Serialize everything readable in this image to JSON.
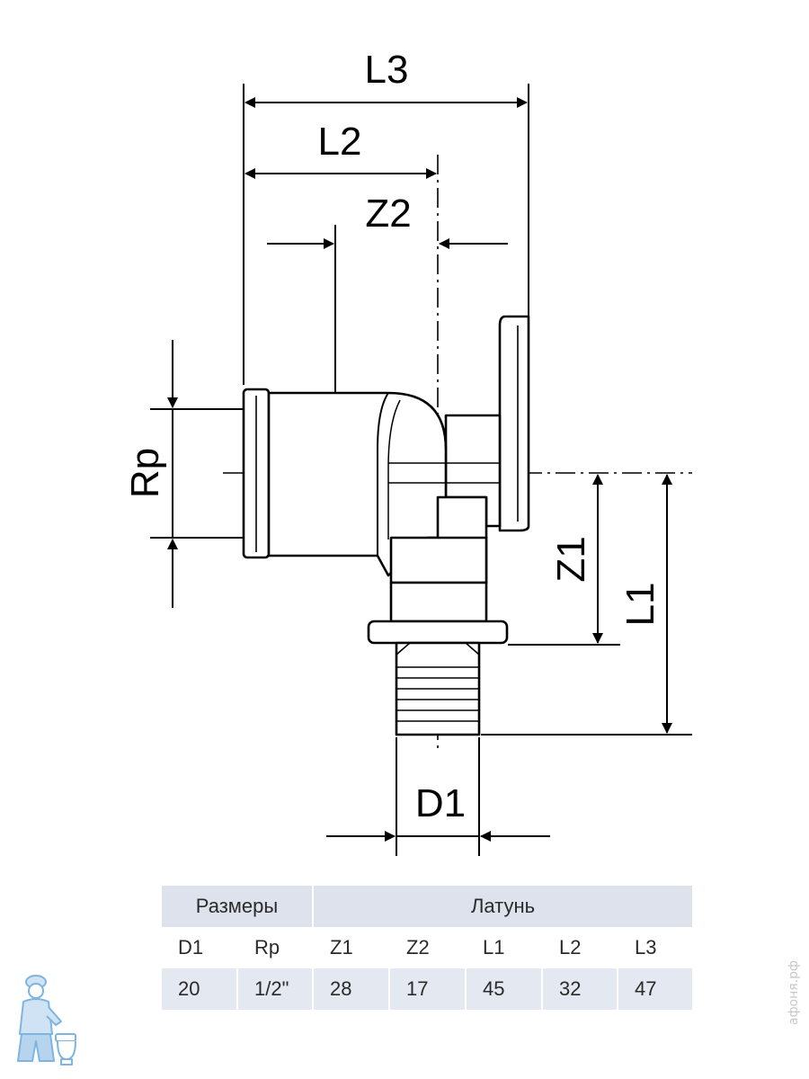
{
  "dimensions": {
    "l3": "L3",
    "l2": "L2",
    "z2": "Z2",
    "rp": "Rp",
    "z1": "Z1",
    "l1": "L1",
    "d1": "D1"
  },
  "table": {
    "group_sizes": "Размеры",
    "group_material": "Латунь",
    "columns": [
      "D1",
      "Rp",
      "Z1",
      "Z2",
      "L1",
      "L2",
      "L3"
    ],
    "values": [
      "20",
      "1/2\"",
      "28",
      "17",
      "45",
      "32",
      "47"
    ]
  },
  "watermark": "афоня.рф",
  "icons": {
    "mascot": "plumber-mascot-icon"
  }
}
